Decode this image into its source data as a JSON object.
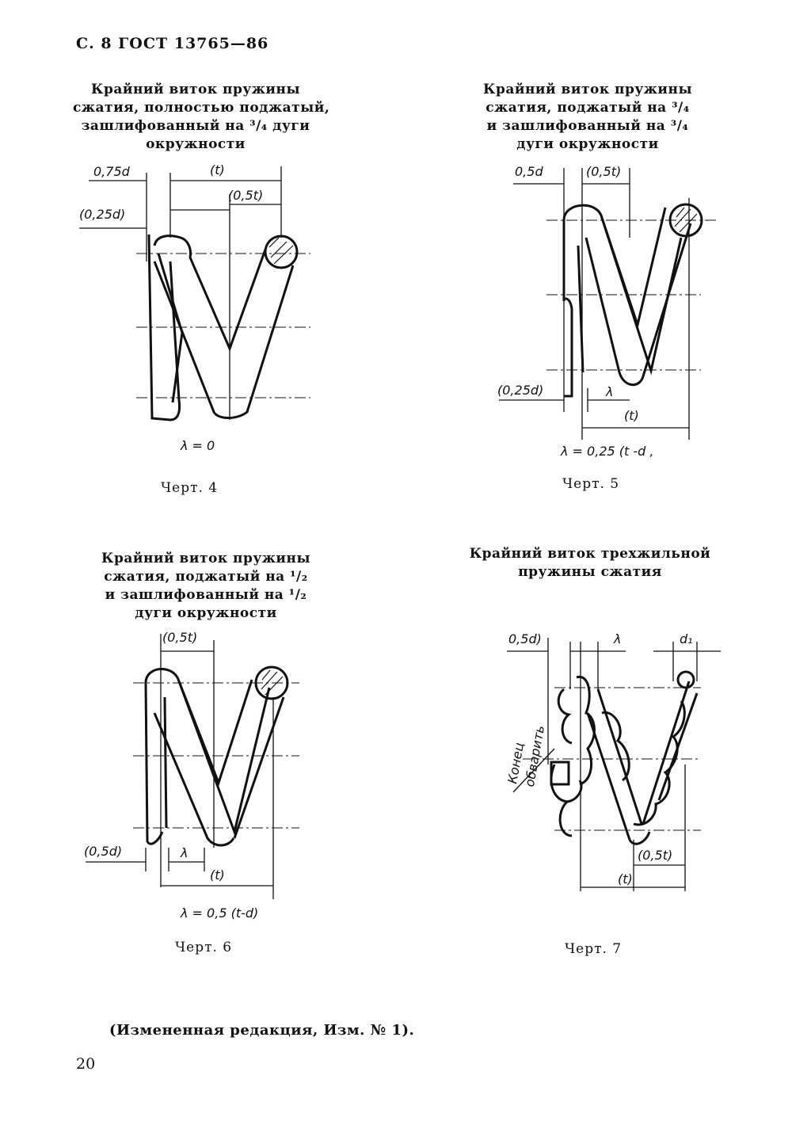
{
  "header": {
    "text": "С. 8 ГОСТ 13765—86"
  },
  "figures": [
    {
      "title_lines": [
        "Крайний виток пружины",
        "сжатия, полностью поджатый,",
        "зашлифованный на ³/₄ дуги",
        "окружности"
      ],
      "labels": [
        "0,75d",
        "(t)",
        "(0,5t)",
        "(0,25d)"
      ],
      "formula": "λ = 0",
      "caption": "Черт. 4"
    },
    {
      "title_lines": [
        "Крайний виток пружины",
        "сжатия, поджатый на ³/₄",
        "и зашлифованный на ³/₄",
        "дуги окружности"
      ],
      "labels": [
        "0,5d",
        "(0,5t)",
        "(0,25d)",
        "λ",
        "(t)"
      ],
      "formula": "λ = 0,25 (t -d ,",
      "caption": "Черт. 5"
    },
    {
      "title_lines": [
        "Крайний виток пружины",
        "сжатия, поджатый на ¹/₂",
        "и зашлифованный на ¹/₂",
        "дуги окружности"
      ],
      "labels": [
        "(0,5t)",
        "(0,5d)",
        "λ",
        "(t)"
      ],
      "formula": "λ = 0,5 (t-d)",
      "caption": "Черт. 6"
    },
    {
      "title_lines": [
        "Крайний виток трехжильной",
        "пружины сжатия"
      ],
      "labels": [
        "0,5d)",
        "λ",
        "d₁",
        "(0,5t)",
        "(t)"
      ],
      "side_note": [
        "Конец",
        "обварить"
      ],
      "caption": "Черт. 7"
    }
  ],
  "footnote": "(Измененная редакция, Изм. № 1).",
  "page_number": "20"
}
